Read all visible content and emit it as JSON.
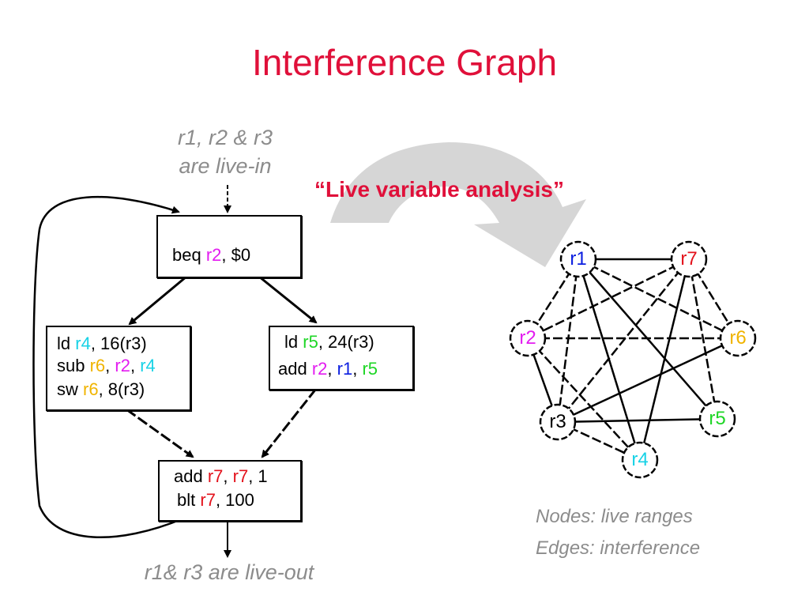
{
  "title": "Interference Graph",
  "notes": {
    "live_in_line1": "r1, r2 & r3",
    "live_in_line2": "are live-in",
    "live_out": "r1& r3 are live-out",
    "legend_nodes": "Nodes: live ranges",
    "legend_edges": "Edges: interference"
  },
  "analysis_label": "“Live variable analysis”",
  "blocks": {
    "entry": [
      [
        {
          "t": "beq",
          "c": "black"
        },
        {
          "t": " r2",
          "c": "magenta"
        },
        {
          "t": ", $0",
          "c": "black"
        }
      ]
    ],
    "left": [
      [
        {
          "t": "ld",
          "c": "black"
        },
        {
          "t": "   r4",
          "c": "cyan"
        },
        {
          "t": ", 16(r3)",
          "c": "black"
        }
      ],
      [
        {
          "t": "sub",
          "c": "black"
        },
        {
          "t": "  r6",
          "c": "yellow"
        },
        {
          "t": ", ",
          "c": "black"
        },
        {
          "t": "r2",
          "c": "magenta"
        },
        {
          "t": ", ",
          "c": "black"
        },
        {
          "t": "r4",
          "c": "cyan"
        }
      ],
      [
        {
          "t": "sw",
          "c": "black"
        },
        {
          "t": "   r6",
          "c": "yellow"
        },
        {
          "t": ", 8(r3)",
          "c": "black"
        }
      ]
    ],
    "right": [
      [
        {
          "t": "ld",
          "c": "black"
        },
        {
          "t": "   r5",
          "c": "green"
        },
        {
          "t": ", 24(r3)",
          "c": "black"
        }
      ],
      [
        {
          "t": "add",
          "c": "black"
        },
        {
          "t": " r2",
          "c": "magenta"
        },
        {
          "t": ", ",
          "c": "black"
        },
        {
          "t": "r1",
          "c": "blue"
        },
        {
          "t": ",  ",
          "c": "black"
        },
        {
          "t": "r5",
          "c": "green"
        }
      ]
    ],
    "exit": [
      [
        {
          "t": "add",
          "c": "black"
        },
        {
          "t": " r7",
          "c": "red"
        },
        {
          "t": ", ",
          "c": "black"
        },
        {
          "t": "r7",
          "c": "red"
        },
        {
          "t": ", 1",
          "c": "black"
        }
      ],
      [
        {
          "t": "blt",
          "c": "black"
        },
        {
          "t": "   r7",
          "c": "red"
        },
        {
          "t": ", 100",
          "c": "black"
        }
      ]
    ]
  },
  "graph": {
    "nodes": [
      {
        "id": "r1",
        "label": "r1",
        "color": "#0b1ee0"
      },
      {
        "id": "r7",
        "label": "r7",
        "color": "#e3121c"
      },
      {
        "id": "r2",
        "label": "r2",
        "color": "#e31cf0"
      },
      {
        "id": "r6",
        "label": "r6",
        "color": "#f0b400"
      },
      {
        "id": "r3",
        "label": "r3",
        "color": "#000000"
      },
      {
        "id": "r5",
        "label": "r5",
        "color": "#1ed626"
      },
      {
        "id": "r4",
        "label": "r4",
        "color": "#18d2e6"
      }
    ],
    "edges": [
      {
        "from": "r1",
        "to": "r7",
        "style": "solid"
      },
      {
        "from": "r1",
        "to": "r2",
        "style": "dashed"
      },
      {
        "from": "r1",
        "to": "r6",
        "style": "dashed"
      },
      {
        "from": "r1",
        "to": "r3",
        "style": "dashed"
      },
      {
        "from": "r1",
        "to": "r5",
        "style": "solid"
      },
      {
        "from": "r1",
        "to": "r4",
        "style": "solid"
      },
      {
        "from": "r7",
        "to": "r2",
        "style": "dashed"
      },
      {
        "from": "r7",
        "to": "r6",
        "style": "dashed"
      },
      {
        "from": "r7",
        "to": "r3",
        "style": "dashed"
      },
      {
        "from": "r7",
        "to": "r5",
        "style": "dashed"
      },
      {
        "from": "r7",
        "to": "r4",
        "style": "solid"
      },
      {
        "from": "r2",
        "to": "r6",
        "style": "dashed"
      },
      {
        "from": "r2",
        "to": "r3",
        "style": "solid"
      },
      {
        "from": "r2",
        "to": "r4",
        "style": "dashed"
      },
      {
        "from": "r6",
        "to": "r3",
        "style": "solid"
      },
      {
        "from": "r3",
        "to": "r5",
        "style": "solid"
      },
      {
        "from": "r3",
        "to": "r4",
        "style": "dashed"
      }
    ]
  },
  "colors": {
    "title": "#e0103a",
    "notes": "#8c8c8c",
    "curved_arrow": "#d6d6d6"
  }
}
